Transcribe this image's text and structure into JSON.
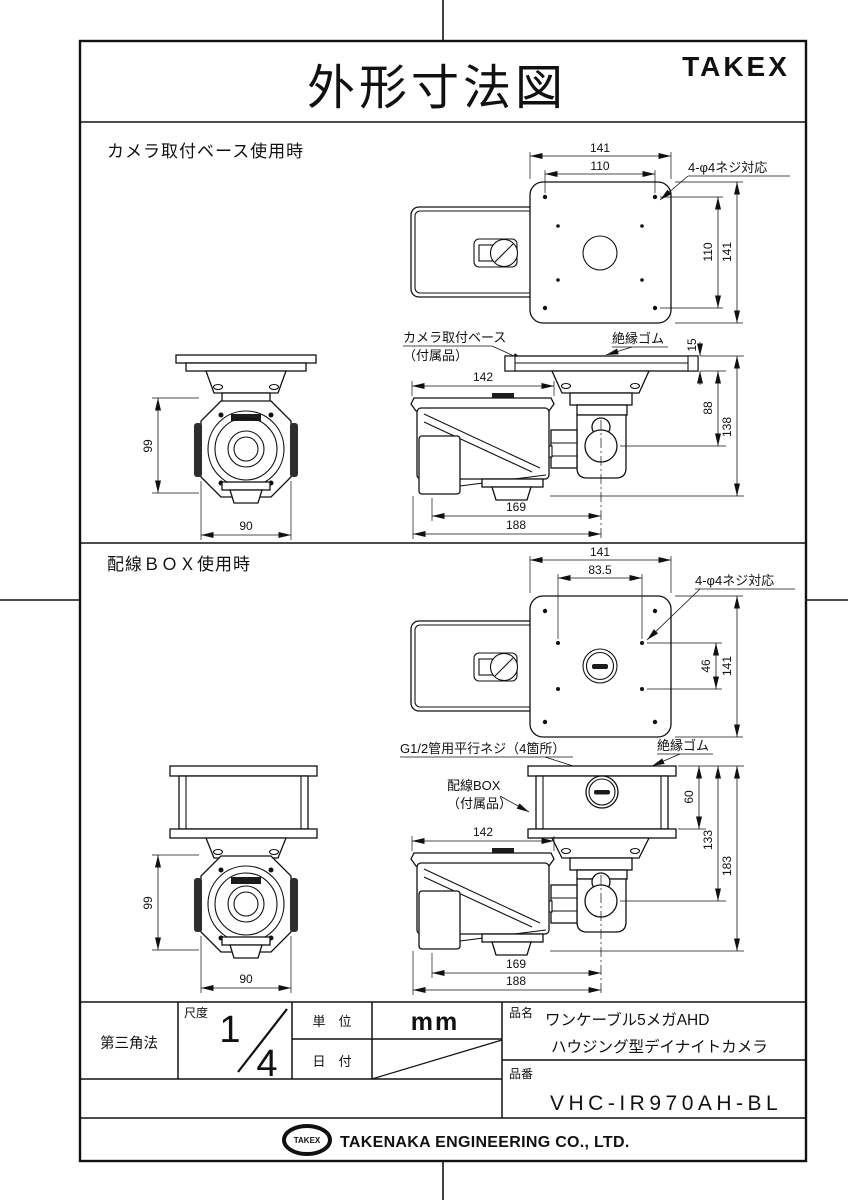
{
  "page": {
    "doc_title": "外形寸法図",
    "brand": "TAKEX"
  },
  "section1": {
    "label": "カメラ取付ベース使用時",
    "plan": {
      "dim_top_outer": "141",
      "dim_top_inner": "110",
      "screw_note": "4-φ4ネジ対応",
      "dim_right_inner": "110",
      "dim_right_outer": "141"
    },
    "side": {
      "callout_base_line1": "カメラ取付ベース",
      "callout_base_line2": "（付属品）",
      "callout_rubber": "絶縁ゴム",
      "dim_body_width": "142",
      "dim_plate_thick": "15",
      "dim_plate_to_axis": "88",
      "dim_overall_height": "138",
      "dim_front_to_pivot": "169",
      "dim_overall_length": "188"
    },
    "front": {
      "dim_height": "99",
      "dim_width": "90"
    }
  },
  "section2": {
    "label": "配線ＢＯＸ使用時",
    "plan": {
      "dim_top_outer": "141",
      "dim_top_inner": "83.5",
      "screw_note": "4-φ4ネジ対応",
      "dim_right_inner": "46",
      "dim_right_outer": "141"
    },
    "side": {
      "callout_thread": "G1/2管用平行ネジ（4箇所）",
      "callout_rubber": "絶縁ゴム",
      "callout_box_line1": "配線BOX",
      "callout_box_line2": "（付属品）",
      "dim_body_width": "142",
      "dim_box_height": "60",
      "dim_box_to_axis": "133",
      "dim_overall_height": "183",
      "dim_front_to_pivot": "169",
      "dim_overall_length": "188"
    },
    "front": {
      "dim_height": "99",
      "dim_width": "90"
    }
  },
  "titleblock": {
    "projection": "第三角法",
    "scale_label": "尺度",
    "scale_numerator": "1",
    "scale_denominator": "4",
    "unit_label": "単　位",
    "unit_value": "mm",
    "date_label": "日　付",
    "name_label": "品名",
    "name_line1": "ワンケーブル5メガAHD",
    "name_line2": "ハウジング型デイナイトカメラ",
    "number_label": "品番",
    "number_value": "VHC-IR970AH-BL"
  },
  "footer": {
    "logo": "TAKEX",
    "company": "TAKENAKA ENGINEERING CO., LTD."
  }
}
